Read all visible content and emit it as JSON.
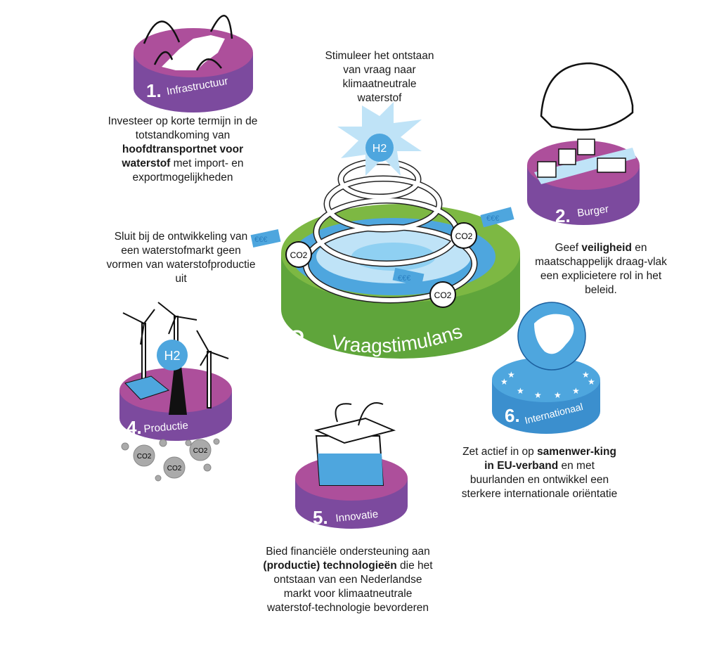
{
  "center": {
    "number": "3.",
    "label": "Vraagstimulans",
    "text": "Stimuleer het ontstaan van vraag naar klimaatneutrale waterstof",
    "h2_label": "H2",
    "co2_label": "CO2",
    "price_tag": "€€€"
  },
  "left_text": "Sluit bij de ontwikkeling van een waterstofmarkt geen vormen van waterstofproductie uit",
  "pillars": [
    {
      "number": "1.",
      "label": "Infrastructuur",
      "text_before": "Investeer op korte termijn in de totstandkoming van ",
      "text_bold": "hoofdtransportnet voor waterstof",
      "text_after": " met import- en exportmogelijkheden"
    },
    {
      "number": "2.",
      "label": "Burger",
      "text_before": "Geef ",
      "text_bold": "veiligheid",
      "text_after": " en maatschappelijk draag-vlak een explicietere rol in het beleid."
    },
    {
      "number": "4.",
      "label": "Productie",
      "h2_label": "H2",
      "co2_label": "CO2"
    },
    {
      "number": "5.",
      "label": "Innovatie",
      "text_before": "Bied financiële ondersteuning aan ",
      "text_bold": "(productie) technologieën",
      "text_after": " die het ontstaan van een Nederlandse markt voor klimaatneutrale waterstof-technologie bevorderen"
    },
    {
      "number": "6.",
      "label": "Internationaal",
      "text_before": "Zet actief in op ",
      "text_bold": "samenwer-king in EU-verband",
      "text_after": " en met buurlanden en ontwikkel een sterkere internationale oriëntatie"
    }
  ],
  "colors": {
    "purple_top": "#ad4f9b",
    "purple_side": "#7c4a9e",
    "green_top": "#7db843",
    "green_side": "#5fa53b",
    "blue": "#4ea6de",
    "light_blue": "#bfe3f7"
  }
}
